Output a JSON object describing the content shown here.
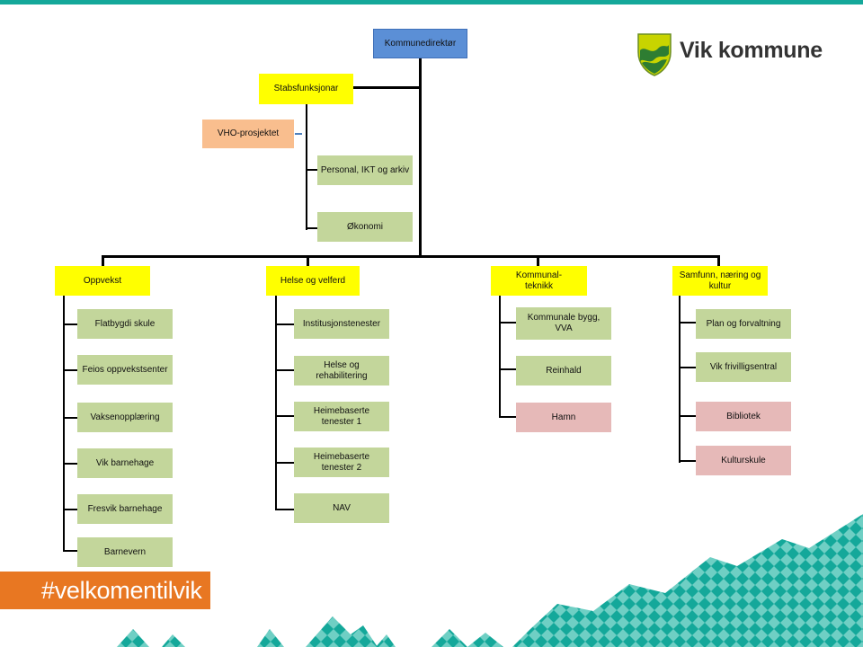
{
  "colors": {
    "teal": "#14a89a",
    "orange": "#e87722",
    "blue": "#5b8fd6",
    "yellow": "#ffff00",
    "green": "#c3d69b",
    "pink": "#e6b9b8",
    "salmon": "#f9be8e"
  },
  "logo": {
    "text": "Vik kommune",
    "icon": "shield-icon"
  },
  "hashtag": "#velkomentilvik",
  "org": {
    "root": "Kommunedirektør",
    "staff": "Stabsfunksjonar",
    "project": "VHO-prosjektet",
    "staff_units": [
      "Personal, IKT og arkiv",
      "Økonomi"
    ],
    "sectors": [
      {
        "name": "Oppvekst",
        "units": [
          "Flatbygdi skule",
          "Feios oppvekstsenter",
          "Vaksenopplæring",
          "Vik barnehage",
          "Fresvik barnehage",
          "Barnevern"
        ]
      },
      {
        "name": "Helse og velferd",
        "units": [
          "Institusjonstenester",
          "Helse og rehabilitering",
          "Heimebaserte tenester 1",
          "Heimebaserte tenester 2",
          "NAV"
        ]
      },
      {
        "name": "Kommunal-teknikk",
        "units": [
          "Kommunale bygg, VVA",
          "Reinhald",
          "Hamn"
        ]
      },
      {
        "name": "Samfunn, næring og kultur",
        "units": [
          "Plan og forvaltning",
          "Vik frivilligsentral",
          "Bibliotek",
          "Kulturskule"
        ]
      }
    ]
  }
}
